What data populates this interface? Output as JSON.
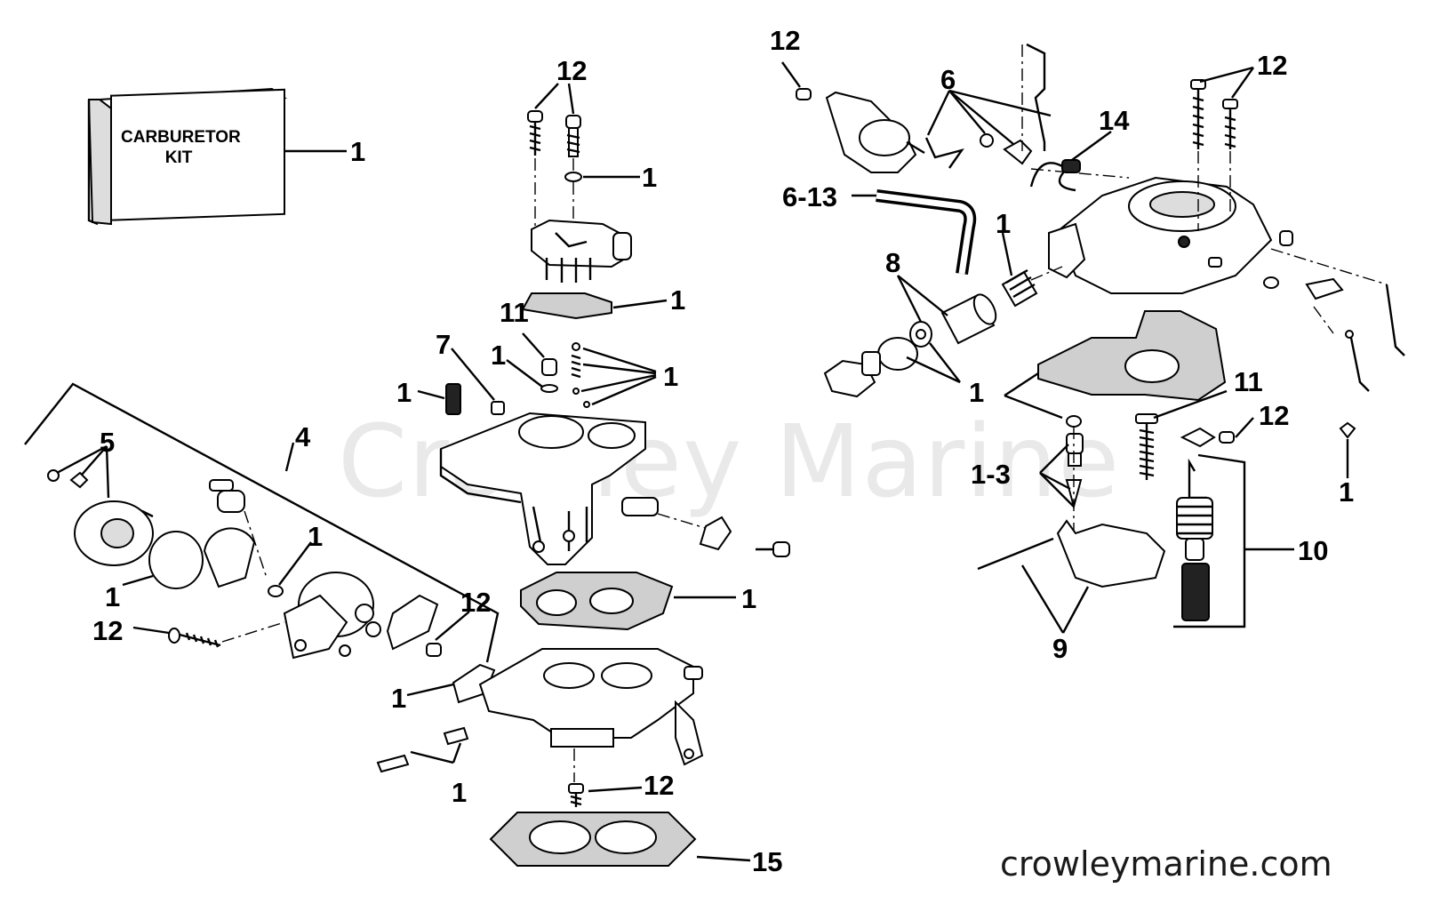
{
  "watermark": "Crowley Marine",
  "website": "crowleymarine.com",
  "kit": {
    "line1": "CARBURETOR",
    "line2": "KIT"
  },
  "callouts": [
    {
      "id": "c-1-kit",
      "text": "1"
    },
    {
      "id": "c-12-top",
      "text": "12"
    },
    {
      "id": "c-1-washer",
      "text": "1"
    },
    {
      "id": "c-1-gasket-top",
      "text": "1"
    },
    {
      "id": "c-11-mid",
      "text": "11"
    },
    {
      "id": "c-7",
      "text": "7"
    },
    {
      "id": "c-1-mid-a",
      "text": "1"
    },
    {
      "id": "c-1-mid-b",
      "text": "1"
    },
    {
      "id": "c-1-spring",
      "text": "1"
    },
    {
      "id": "c-4",
      "text": "4"
    },
    {
      "id": "c-5",
      "text": "5"
    },
    {
      "id": "c-1-choke",
      "text": "1"
    },
    {
      "id": "c-1-ring",
      "text": "1"
    },
    {
      "id": "c-12-screw-left",
      "text": "12"
    },
    {
      "id": "c-12-lever",
      "text": "12"
    },
    {
      "id": "c-1-gasket-mid",
      "text": "1"
    },
    {
      "id": "c-1-clip",
      "text": "1"
    },
    {
      "id": "c-1-jets",
      "text": "1"
    },
    {
      "id": "c-12-bottom",
      "text": "12"
    },
    {
      "id": "c-15",
      "text": "15"
    },
    {
      "id": "c-12-right-top",
      "text": "12"
    },
    {
      "id": "c-6",
      "text": "6"
    },
    {
      "id": "c-12-right-top2",
      "text": "12"
    },
    {
      "id": "c-14",
      "text": "14"
    },
    {
      "id": "c-6-13",
      "text": "6-13"
    },
    {
      "id": "c-1-filter-spring",
      "text": "1"
    },
    {
      "id": "c-8",
      "text": "8"
    },
    {
      "id": "c-1-filter",
      "text": "1"
    },
    {
      "id": "c-11-right",
      "text": "11"
    },
    {
      "id": "c-12-right-mid",
      "text": "12"
    },
    {
      "id": "c-1-3",
      "text": "1-3"
    },
    {
      "id": "c-1-right",
      "text": "1"
    },
    {
      "id": "c-10",
      "text": "10"
    },
    {
      "id": "c-9",
      "text": "9"
    }
  ]
}
